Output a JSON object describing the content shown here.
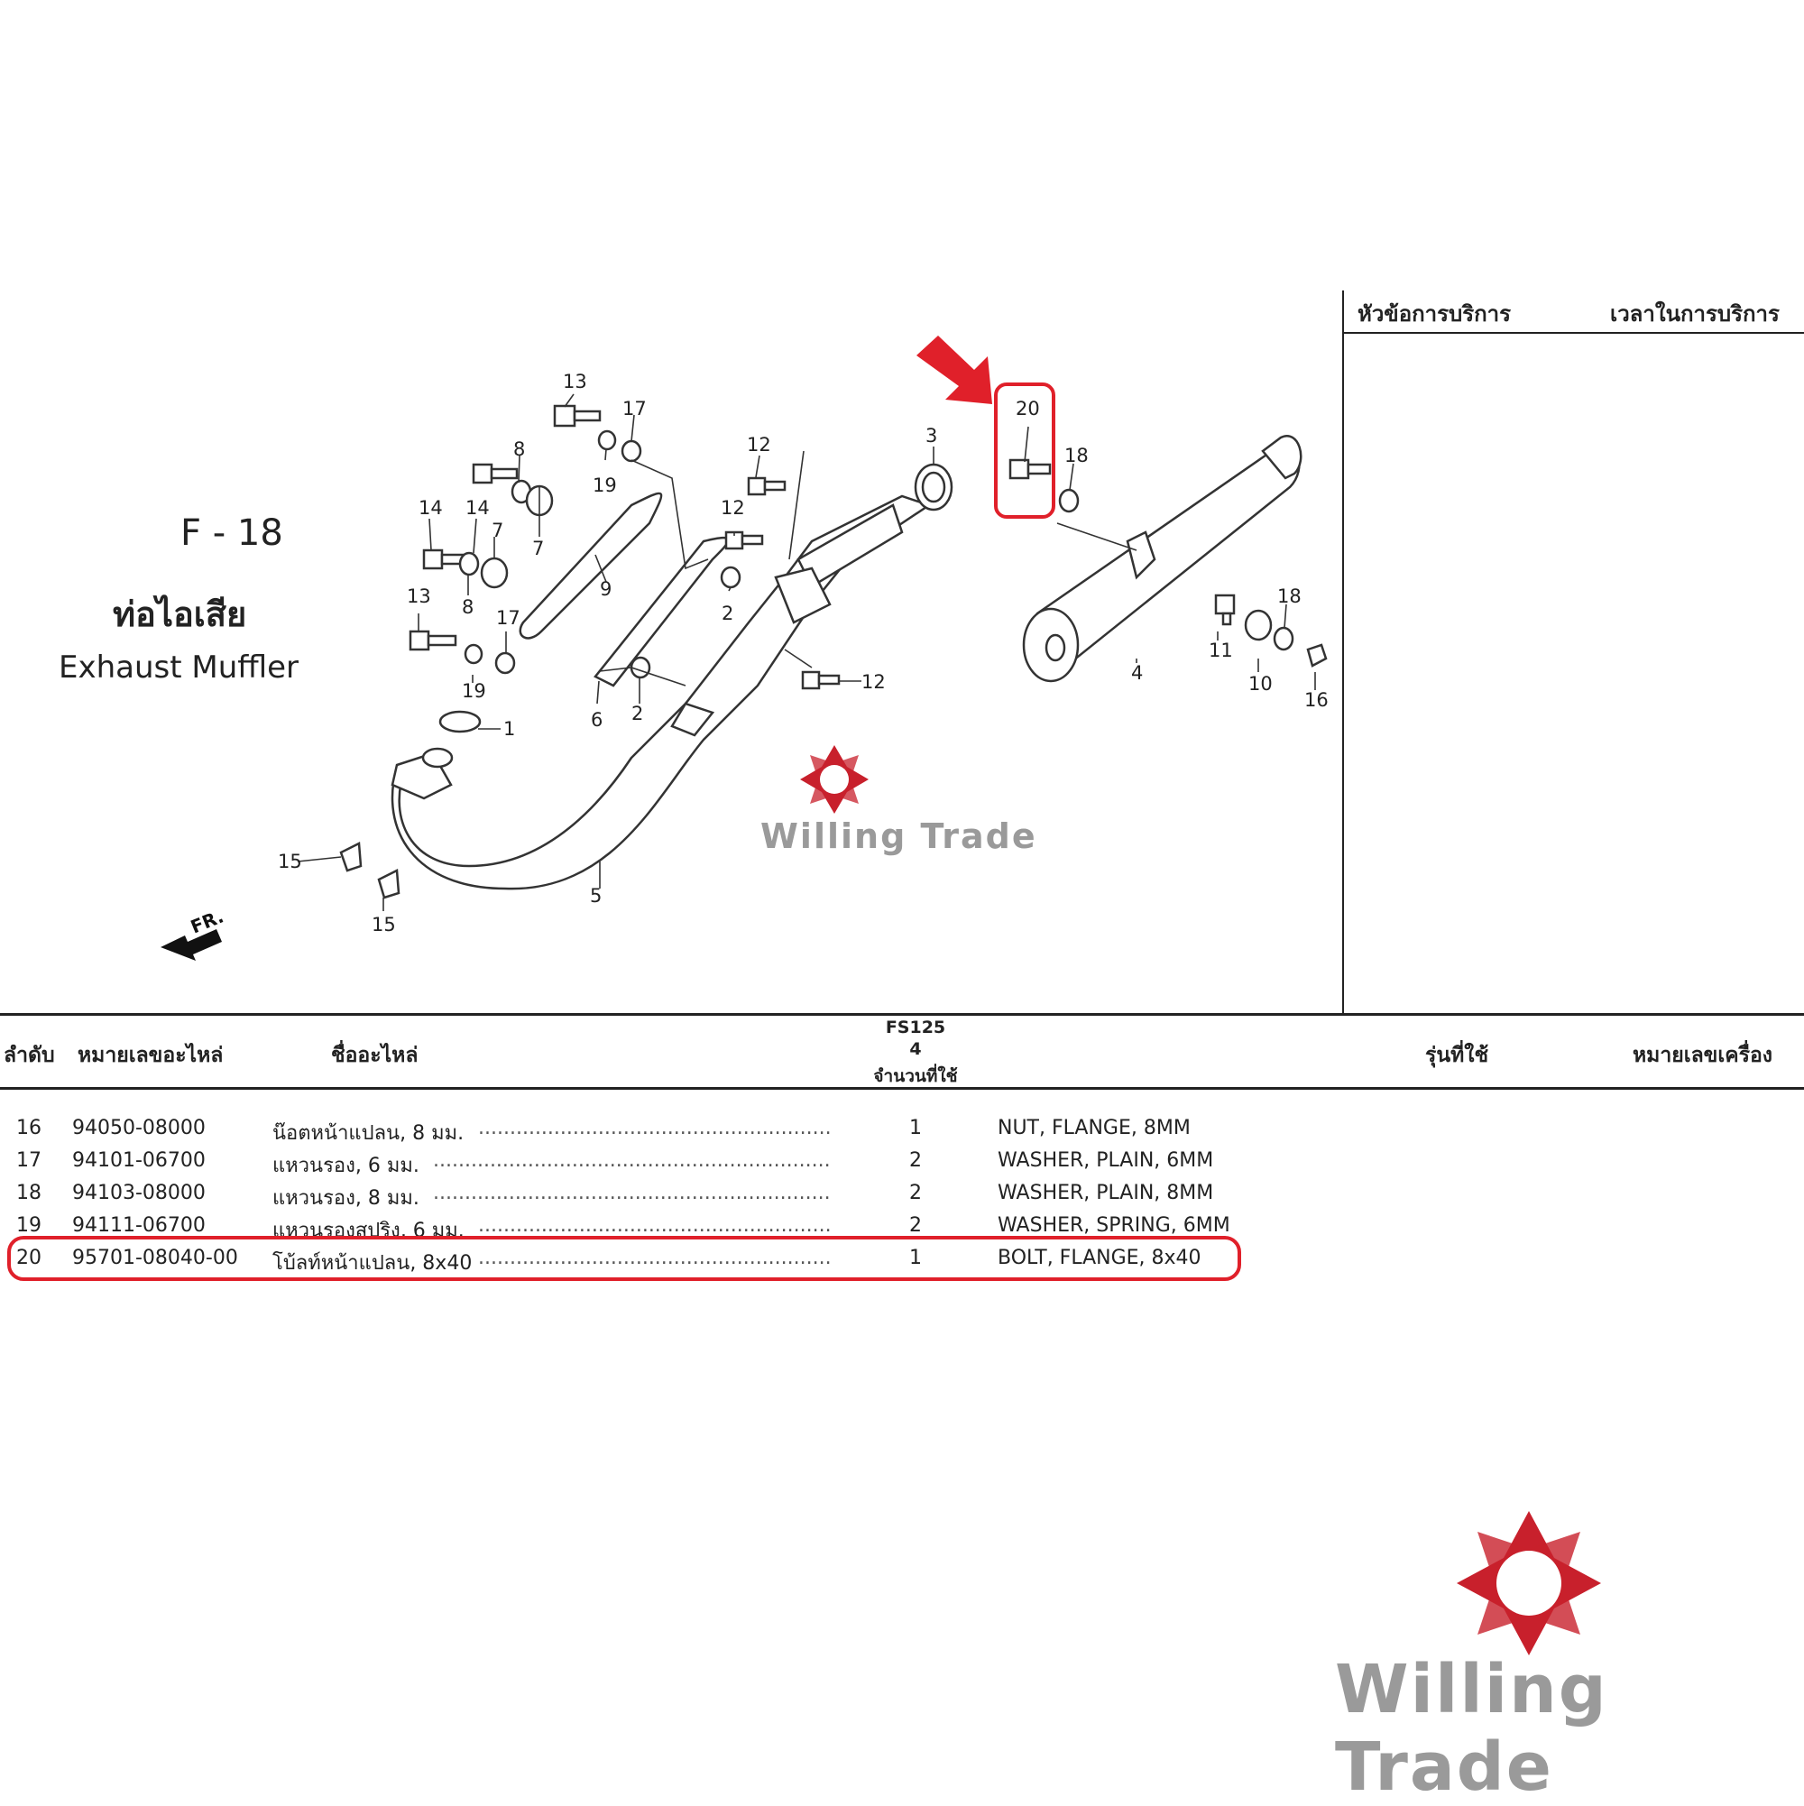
{
  "diagram": {
    "code": "F - 18",
    "title_th": "ท่อไอเสีย",
    "title_en": "Exhaust Muffler",
    "front_label": "FR.",
    "callouts": [
      "13",
      "17",
      "8",
      "19",
      "12",
      "3",
      "20",
      "18",
      "14",
      "14",
      "7",
      "7",
      "12",
      "9",
      "2",
      "13",
      "8",
      "17",
      "6",
      "2",
      "11",
      "10",
      "18",
      "16",
      "4",
      "19",
      "1",
      "12",
      "15",
      "5",
      "15"
    ]
  },
  "service_panel": {
    "topic": "หัวข้อการบริการ",
    "time": "เวลาในการบริการ"
  },
  "parts_table": {
    "headers": {
      "seq": "ลำดับ",
      "part_no": "หมายเลขอะไหล่",
      "name": "ชื่ออะไหล่",
      "model": "FS125",
      "variant": "4",
      "qty": "จำนวนที่ใช้",
      "usage": "รุ่นที่ใช้",
      "engine_no": "หมายเลขเครื่อง"
    },
    "rows": [
      {
        "seq": "16",
        "part_no": "94050-08000",
        "name_th": "น๊อตหน้าแปลน, 8 มม.",
        "qty": "1",
        "name_en": "NUT, FLANGE, 8MM"
      },
      {
        "seq": "17",
        "part_no": "94101-06700",
        "name_th": "แหวนรอง, 6 มม.",
        "qty": "2",
        "name_en": "WASHER, PLAIN, 6MM"
      },
      {
        "seq": "18",
        "part_no": "94103-08000",
        "name_th": "แหวนรอง, 8 มม.",
        "qty": "2",
        "name_en": "WASHER, PLAIN, 8MM"
      },
      {
        "seq": "19",
        "part_no": "94111-06700",
        "name_th": "แหวนรองสปริง, 6 มม.",
        "qty": "2",
        "name_en": "WASHER, SPRING, 6MM"
      },
      {
        "seq": "20",
        "part_no": "95701-08040-00",
        "name_th": "โบ้ลท์หน้าแปลน, 8x40",
        "qty": "1",
        "name_en": "BOLT, FLANGE, 8x40"
      }
    ]
  },
  "watermark": {
    "brand": "Willing Trade"
  },
  "colors": {
    "highlight": "#e0202a",
    "logo_red": "#c8202c",
    "watermark_gray": "#9a9a9a"
  }
}
